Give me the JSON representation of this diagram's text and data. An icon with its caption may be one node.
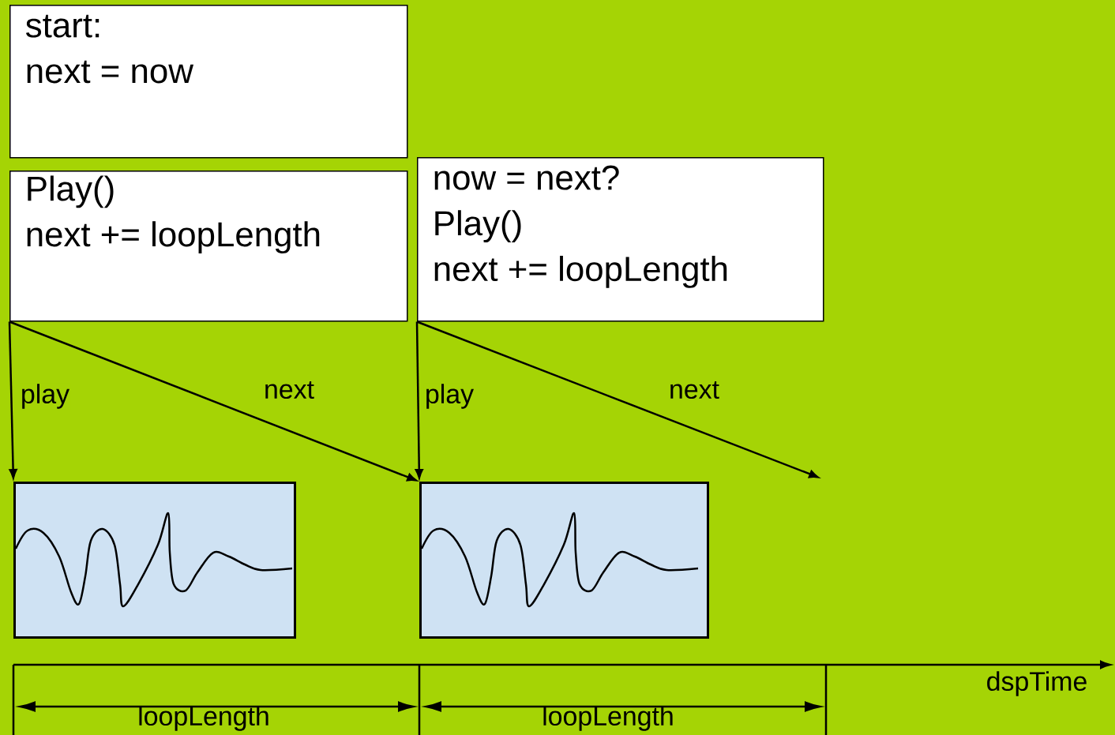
{
  "diagram": {
    "nodes": [
      {
        "text": [
          "start:",
          "next = now"
        ]
      },
      {
        "text": [
          "Play()",
          "next += loopLength"
        ]
      },
      {
        "text": [
          "now = next?",
          "Play()",
          "next += loopLength"
        ]
      },
      {
        "text": [],
        "shape": "picture"
      },
      {
        "text": [],
        "shape": "picture"
      }
    ],
    "edges": [
      {
        "from": 1,
        "to": 3,
        "arrow": "to",
        "label": "play"
      },
      {
        "from": 1,
        "to": 4,
        "arrow": "to",
        "label": "next"
      },
      {
        "from": 2,
        "to": 4,
        "arrow": "to",
        "label": "play"
      },
      {
        "from": 2,
        "to": null,
        "arrow": "to",
        "label": "next"
      }
    ],
    "labels": [
      "loopLength",
      "loopLength",
      "dspTime"
    ]
  }
}
